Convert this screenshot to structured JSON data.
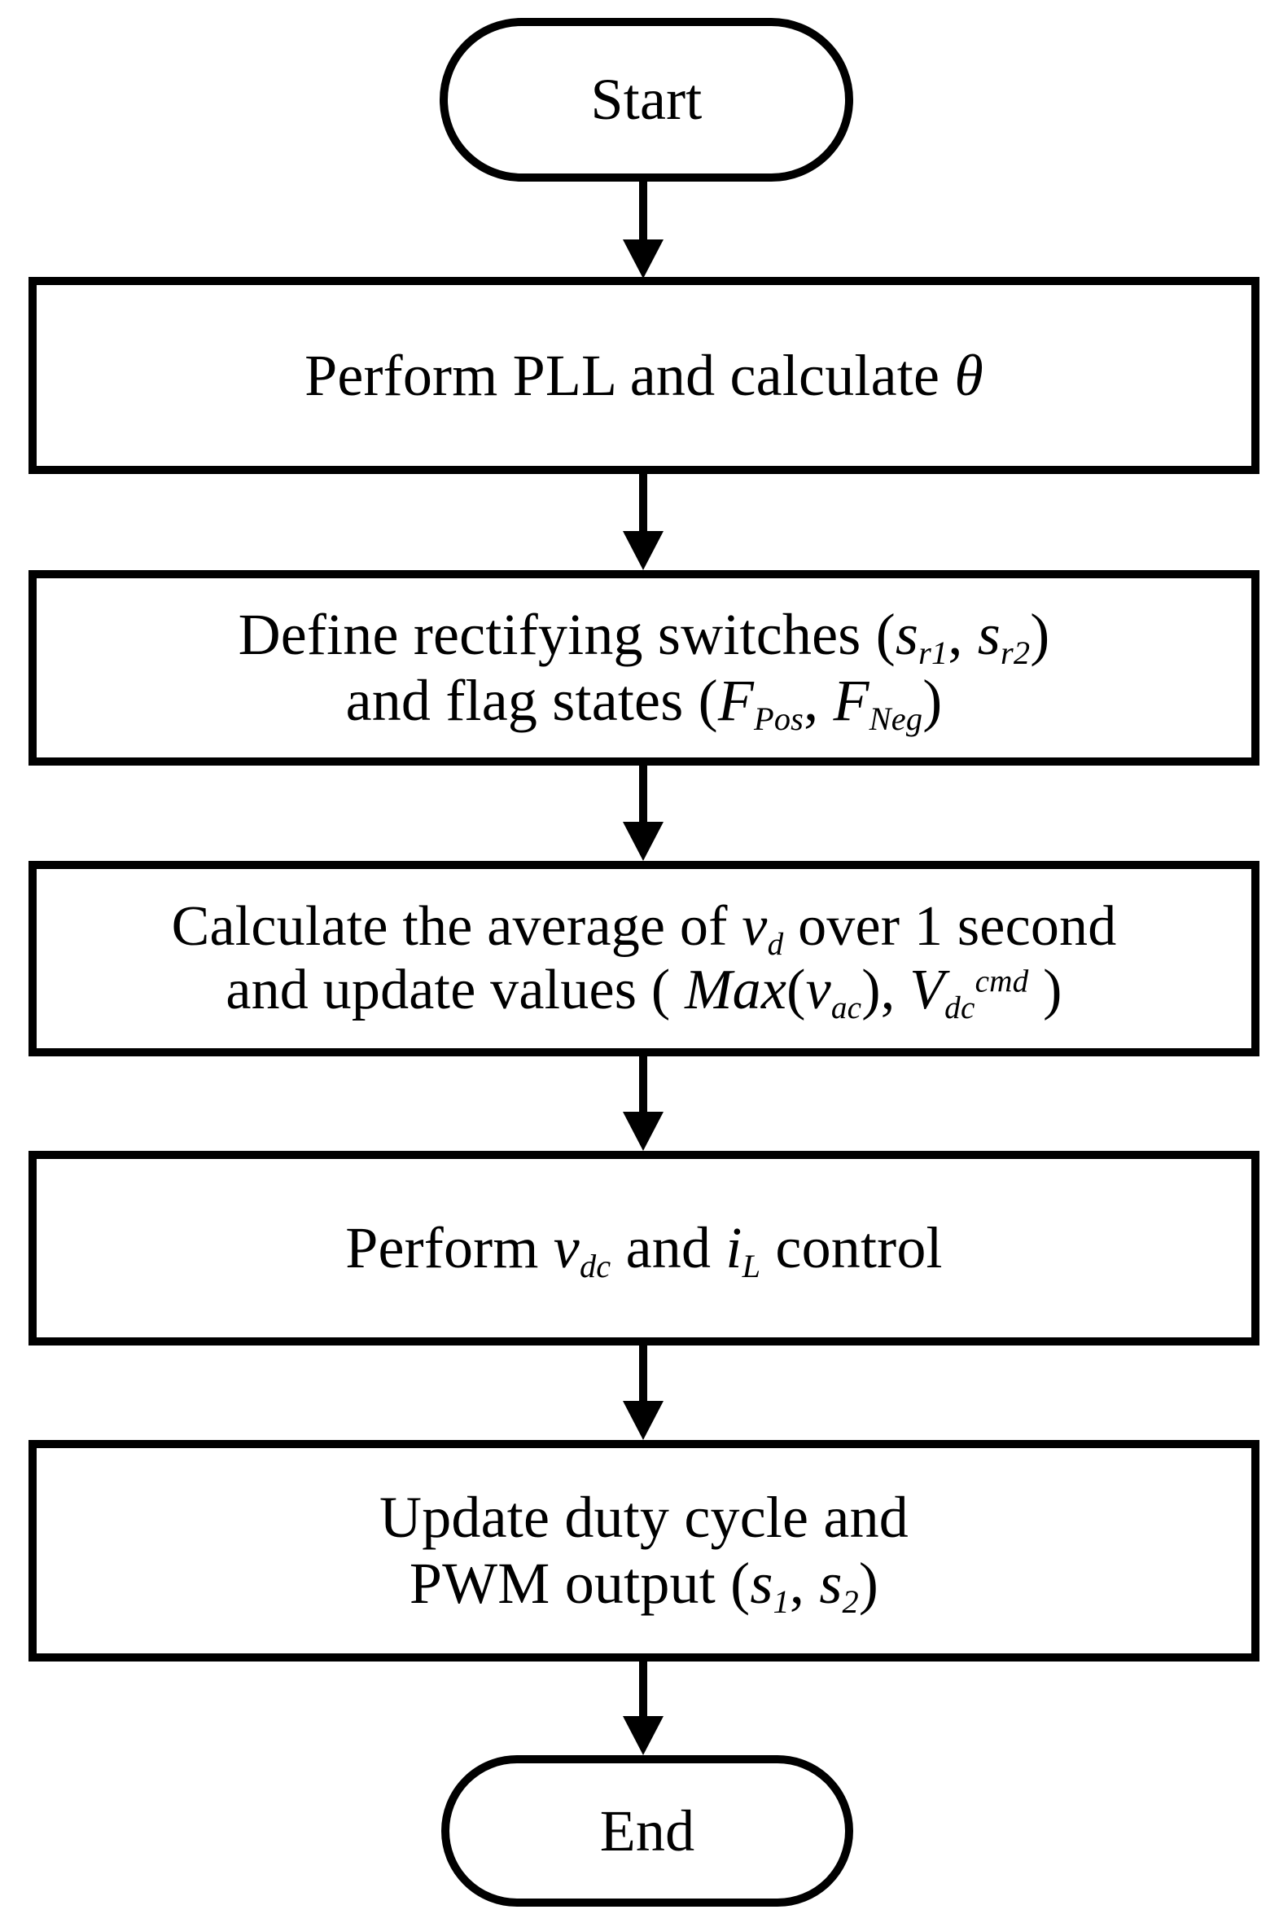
{
  "diagram": {
    "title": "Control algorithm flowchart",
    "stroke_color": "#000000",
    "fill_color": "#ffffff",
    "nodes": [
      {
        "id": "start",
        "type": "terminator",
        "label": "Start"
      },
      {
        "id": "pll",
        "type": "process",
        "lines": [
          "Perform PLL and calculate θ"
        ]
      },
      {
        "id": "define-switches",
        "type": "process",
        "lines": [
          "Define rectifying switches (s_r1, s_r2)",
          "and flag states (F_Pos, F_Neg)"
        ]
      },
      {
        "id": "average-vd",
        "type": "process",
        "lines": [
          "Calculate the average of v_d over 1 second",
          "and update values ( Max(v_ac), V_dc^cmd )"
        ]
      },
      {
        "id": "vdc-il-control",
        "type": "process",
        "lines": [
          "Perform v_dc and i_L control"
        ]
      },
      {
        "id": "duty-pwm",
        "type": "process",
        "lines": [
          "Update duty cycle and",
          "PWM output (s_1, s_2)"
        ]
      },
      {
        "id": "end",
        "type": "terminator",
        "label": "End"
      }
    ],
    "edges": [
      {
        "id": "e1",
        "from": "start",
        "to": "pll"
      },
      {
        "id": "e2",
        "from": "pll",
        "to": "define-switches"
      },
      {
        "id": "e3",
        "from": "define-switches",
        "to": "average-vd"
      },
      {
        "id": "e4",
        "from": "average-vd",
        "to": "vdc-il-control"
      },
      {
        "id": "e5",
        "from": "vdc-il-control",
        "to": "duty-pwm"
      },
      {
        "id": "e6",
        "from": "duty-pwm",
        "to": "end"
      }
    ],
    "text": {
      "start_label": "Start",
      "end_label": "End",
      "box1_line1_a": "Perform PLL and calculate ",
      "box1_line1_theta": "θ",
      "box2_line1_a": "Define rectifying switches (",
      "box2_line1_s1": "s",
      "box2_line1_s1sub": "r1",
      "box2_line1_comma": ", ",
      "box2_line1_s2": "s",
      "box2_line1_s2sub": "r2",
      "box2_line1_b": ")",
      "box2_line2_a": "and flag states (",
      "box2_line2_F1": "F",
      "box2_line2_F1sub": "Pos",
      "box2_line2_comma": ", ",
      "box2_line2_F2": "F",
      "box2_line2_F2sub": "Neg",
      "box2_line2_b": ")",
      "box3_line1_a": "Calculate the average of ",
      "box3_line1_v": "v",
      "box3_line1_vsub": "d",
      "box3_line1_b": " over 1 second",
      "box3_line2_a": "and update values ( ",
      "box3_line2_max": "Max",
      "box3_line2_paren1": "(",
      "box3_line2_v": "v",
      "box3_line2_vsub": "ac",
      "box3_line2_paren2": ")",
      "box3_line2_comma": ", ",
      "box3_line2_V": "V",
      "box3_line2_Vsub": "dc",
      "box3_line2_Vsup": "cmd",
      "box3_line2_b": " )",
      "box4_line1_a": "Perform ",
      "box4_line1_v": "v",
      "box4_line1_vsub": "dc",
      "box4_line1_b": " and ",
      "box4_line1_i": "i",
      "box4_line1_isub": "L",
      "box4_line1_c": " control",
      "box5_line1": "Update duty cycle and",
      "box5_line2_a": "PWM output (",
      "box5_line2_s1": "s",
      "box5_line2_s1sub": "1",
      "box5_line2_comma": ", ",
      "box5_line2_s2": "s",
      "box5_line2_s2sub": "2",
      "box5_line2_b": ")"
    }
  }
}
